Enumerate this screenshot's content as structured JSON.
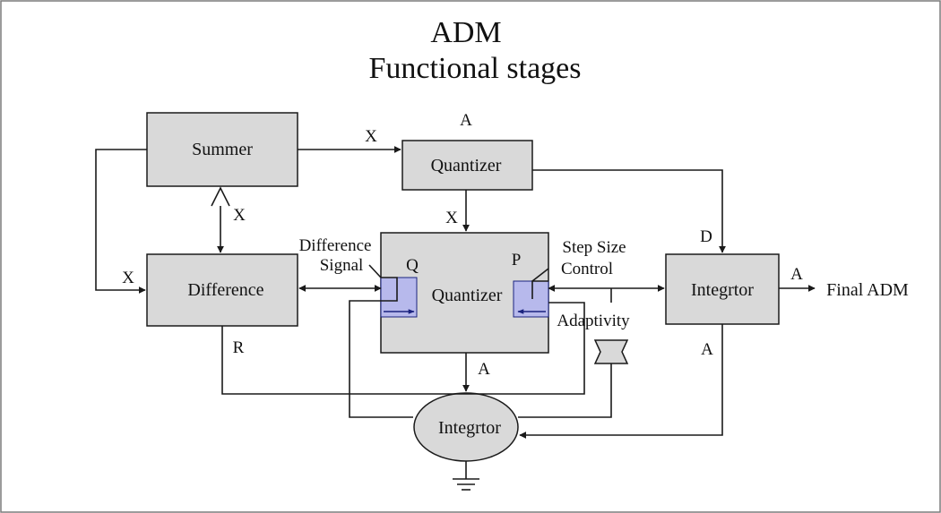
{
  "title": {
    "line1": "ADM",
    "line2": "Functional stages"
  },
  "colors": {
    "box_fill": "#d9d9d9",
    "line": "#1a1a1a",
    "pad_fill": "#b7b9ec",
    "pad_arrow": "#1a237e",
    "border": "#7a7a7a"
  },
  "blocks": {
    "summer": "Summer",
    "quantizer_top": "Quantizer",
    "difference": "Difference",
    "quantizer_center": "Quantizer",
    "integrator_right": "Integrtor",
    "integrator_bottom": "Integrtor"
  },
  "labels": {
    "a_top": "A",
    "x_summer_to_quantizer": "X",
    "x_under_summer": "X",
    "x_quantizer_down": "X",
    "x_left_loop": "X",
    "difference_signal_l1": "Difference",
    "difference_signal_l2": "Signal",
    "q": "Q",
    "p": "P",
    "step_size_l1": "Step Size",
    "step_size_l2": "Control",
    "d": "D",
    "a_output": "A",
    "final_output": "Final ADM",
    "adaptivity": "Adaptivity",
    "r": "R",
    "a_center_down": "A",
    "a_right_down": "A"
  },
  "icons": [
    "ground-icon",
    "delay-element-icon",
    "arrowhead-icon"
  ]
}
